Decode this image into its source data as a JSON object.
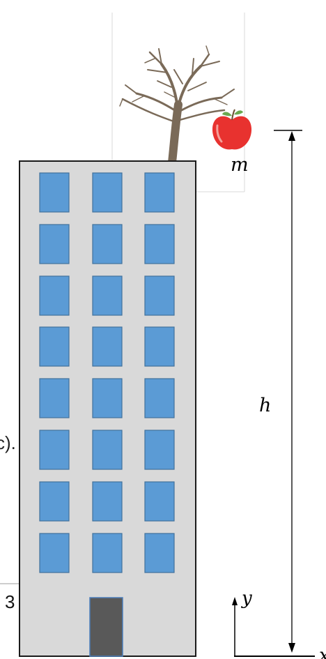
{
  "labels": {
    "mass": "m",
    "height": "h",
    "y_axis": "y",
    "x_axis": "x"
  },
  "background_fragments": {
    "left_text": "c).",
    "left_number": "3"
  },
  "building": {
    "rows": 8,
    "columns": 3,
    "wall_color": "#d9d9d9",
    "window_color": "#5b9bd5",
    "door_color": "#595959"
  },
  "colors": {
    "tree_trunk": "#7a6a58",
    "apple": "#e8322f",
    "leaf": "#6aa84f"
  }
}
